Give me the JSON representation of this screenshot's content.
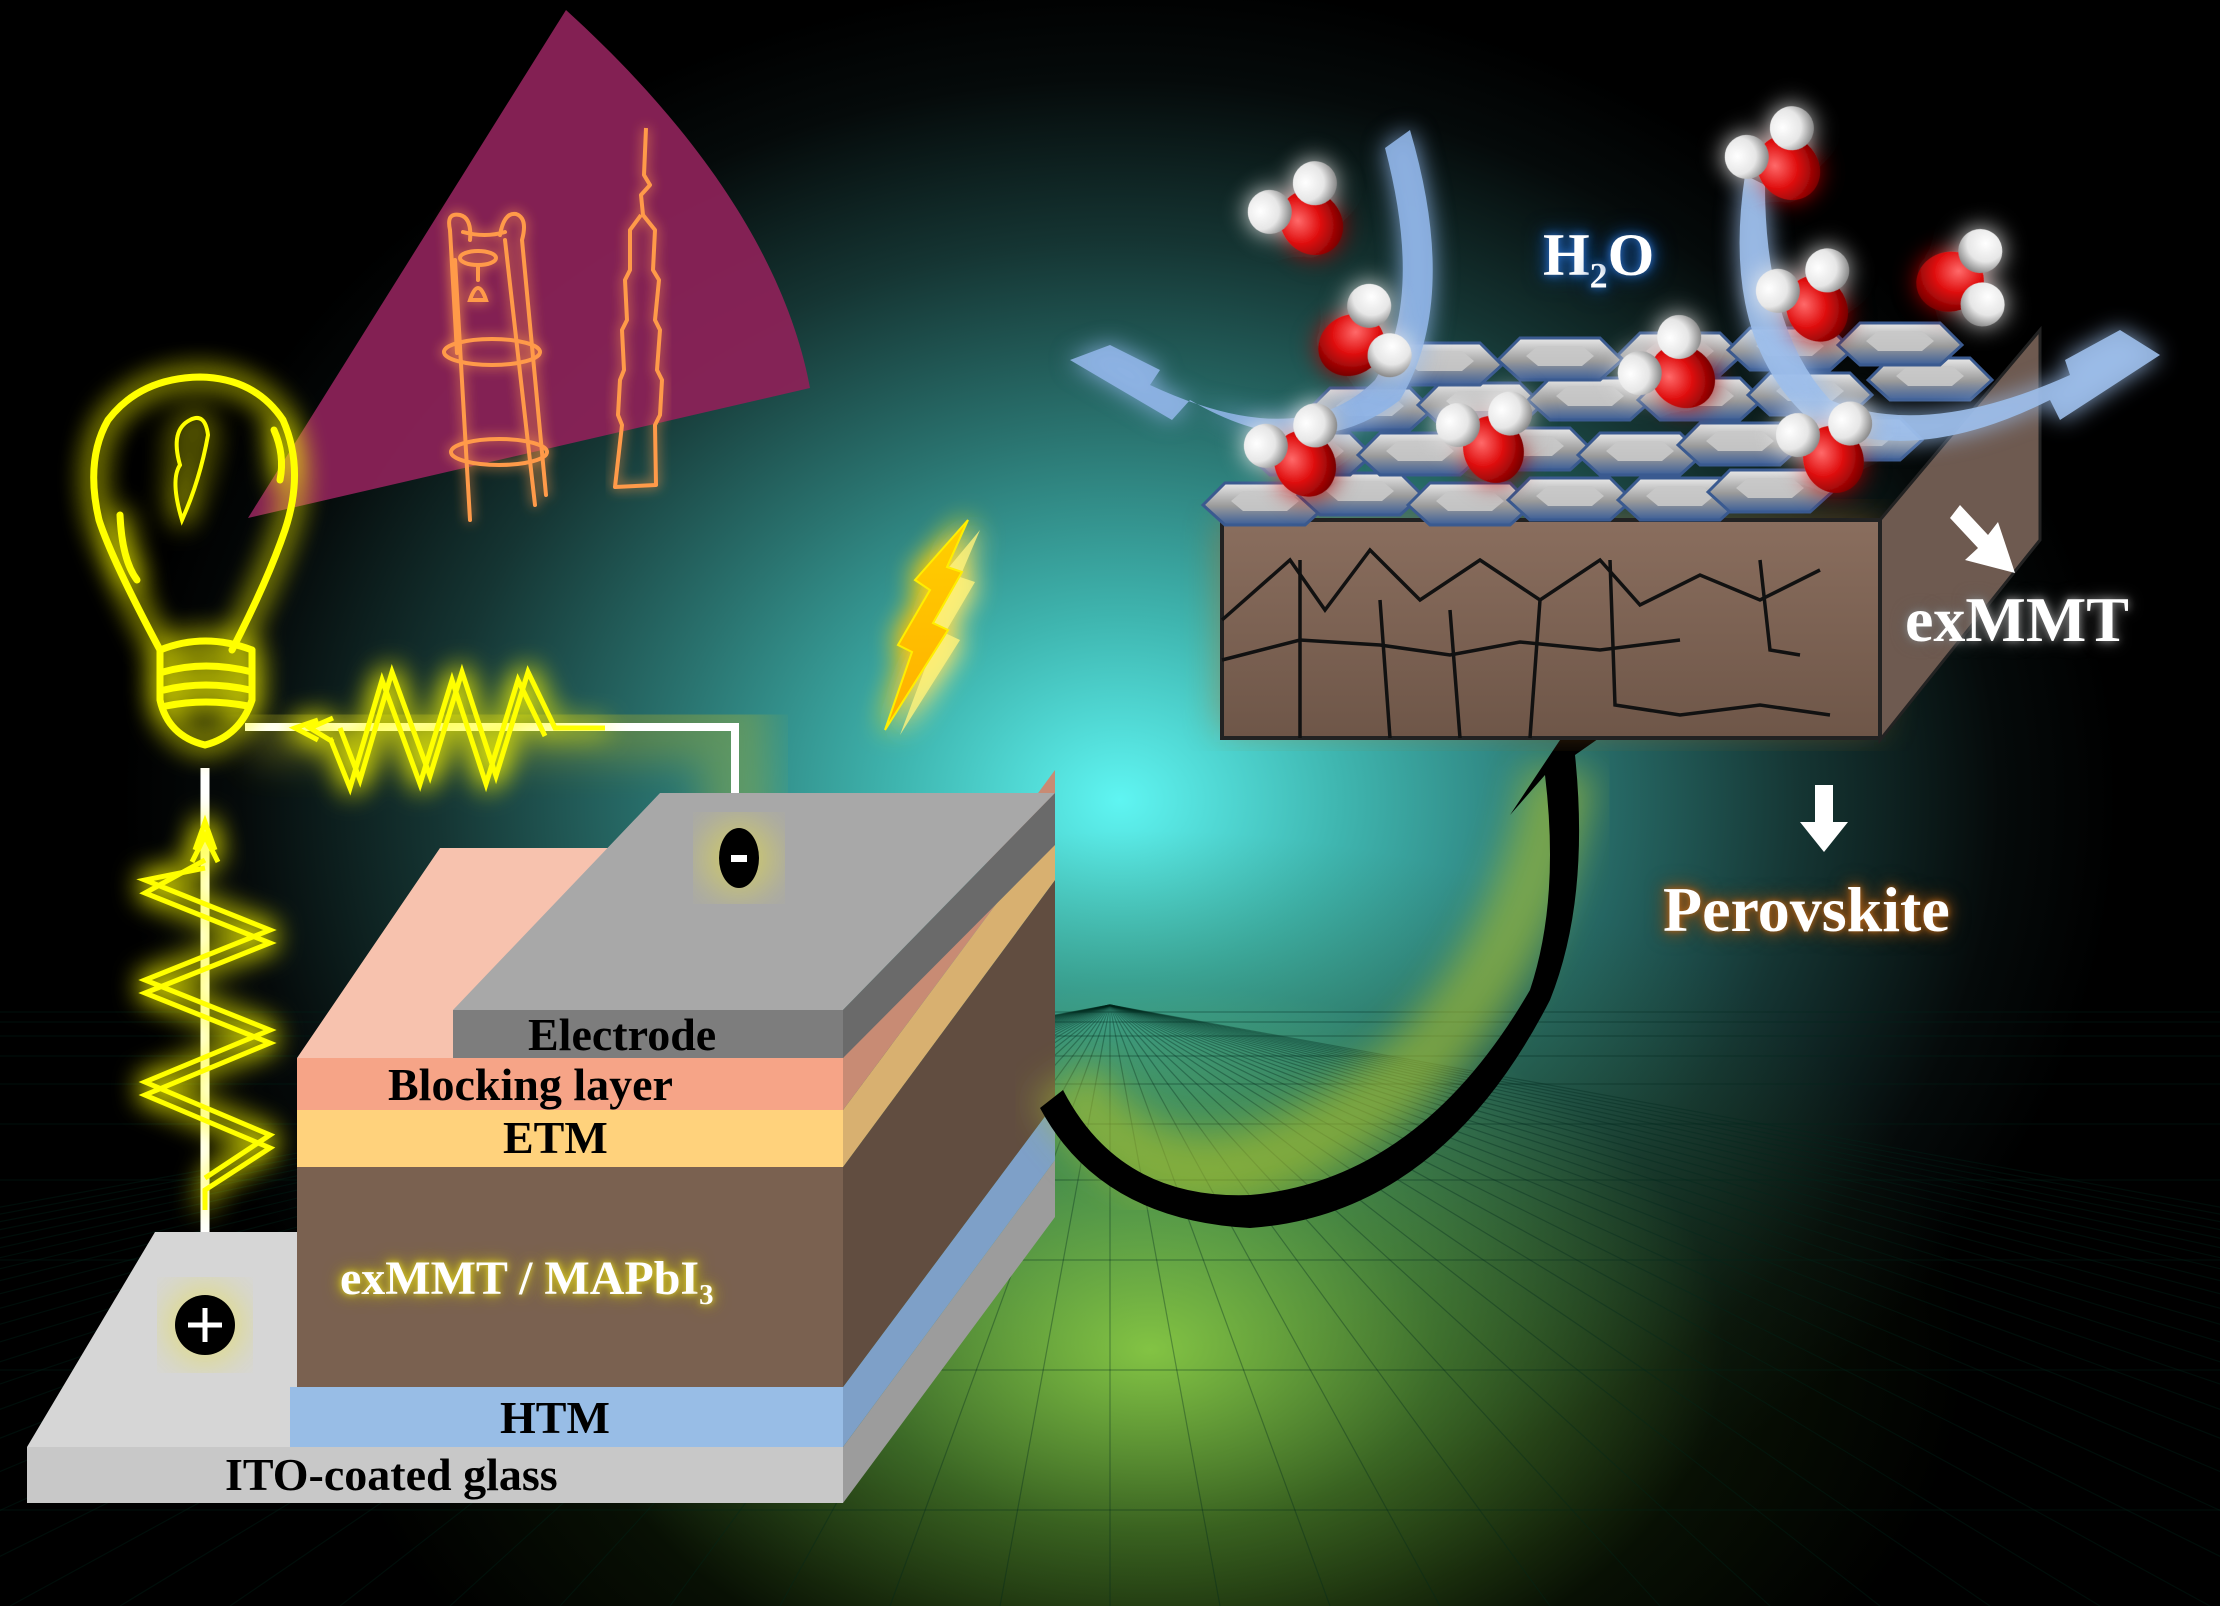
{
  "figure": {
    "title": "exMMT-passivated perovskite solar cell schematic",
    "colors": {
      "electrode": "#7d7d7d",
      "electrode_top": "#a8a8a8",
      "blocking_layer": "#f6a487",
      "etm": "#ffd27c",
      "absorber": "#7a6150",
      "htm": "#98bde6",
      "ito_glass": "#c8c8c8",
      "neon_yellow": "#ffff00",
      "beam_magenta": "#8a2257",
      "landmark_orange": "#ff9a4a",
      "oxygen_red": "#e01010",
      "hydrogen_white": "#f4f4f4",
      "flake_blue": "#4a72b0"
    }
  },
  "device": {
    "layers": [
      {
        "id": "electrode",
        "label": "Electrode"
      },
      {
        "id": "blocking",
        "label": "Blocking layer"
      },
      {
        "id": "etm",
        "label": "ETM"
      },
      {
        "id": "absorber",
        "label_main": "exMMT / MAPbI",
        "label_sub": "3"
      },
      {
        "id": "htm",
        "label": "HTM"
      },
      {
        "id": "substrate",
        "label": "ITO-coated glass"
      }
    ],
    "terminals": {
      "negative": "-",
      "positive": "+"
    }
  },
  "circuit": {
    "load_icon": "light-bulb-icon",
    "light_icon": "lightning-bolt-icon",
    "beam_contents": [
      "bell-tower-icon",
      "skyscraper-icon"
    ]
  },
  "zoom_view": {
    "water_label_main": "H",
    "water_label_sub": "2",
    "water_label_end": "O",
    "clay_label": "exMMT",
    "film_label": "Perovskite"
  }
}
